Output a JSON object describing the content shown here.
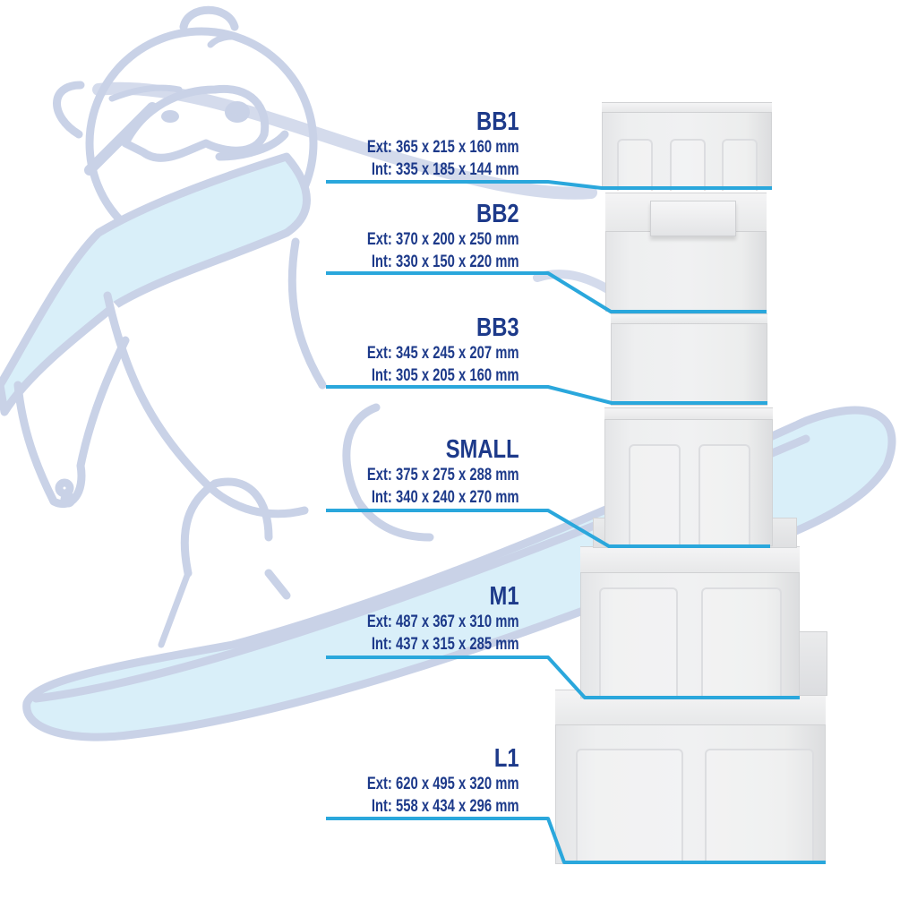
{
  "image": {
    "description": "Stack of polystyrene cooler boxes with size labels over a faded polar bear snowboarding illustration"
  },
  "colors": {
    "label_text": "#1d3a8a",
    "connector_line": "#2aa7dc",
    "illustration_outline": "#c7d1e6",
    "illustration_fill": "#d8eef9",
    "box_body": "#eeeff0"
  },
  "boxes": [
    {
      "name": "BB1",
      "ext": "Ext: 365 x 215 x 160 mm",
      "int": "Int: 335 x 185 x 144 mm"
    },
    {
      "name": "BB2",
      "ext": "Ext: 370 x 200 x 250 mm",
      "int": "Int: 330 x 150 x 220 mm"
    },
    {
      "name": "BB3",
      "ext": "Ext: 345 x 245 x 207 mm",
      "int": "Int: 305 x 205 x 160 mm"
    },
    {
      "name": "SMALL",
      "ext": "Ext: 375 x 275 x 288 mm",
      "int": "Int: 340 x 240 x 270 mm"
    },
    {
      "name": "M1",
      "ext": "Ext: 487 x 367 x 310 mm",
      "int": "Int: 437 x 315 x 285 mm"
    },
    {
      "name": "L1",
      "ext": "Ext: 620 x 495 x 320 mm",
      "int": "Int: 558 x 434 x 296 mm"
    }
  ]
}
